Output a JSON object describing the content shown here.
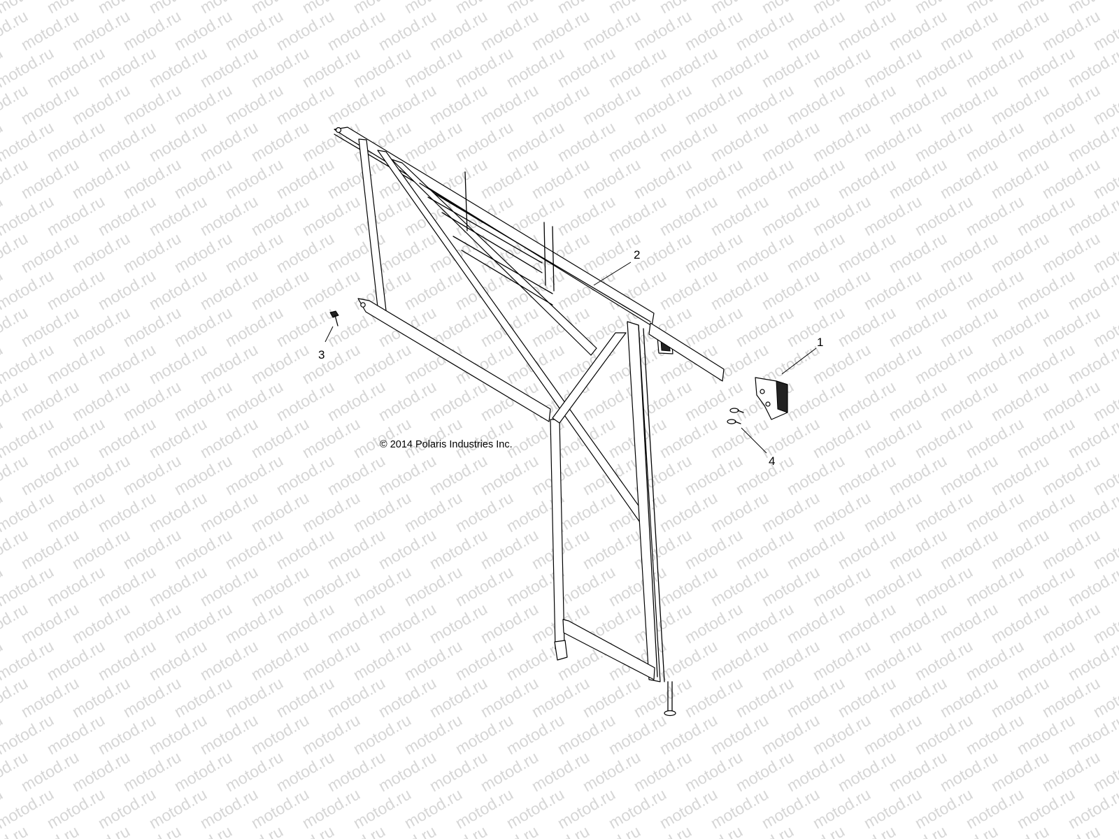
{
  "watermark": {
    "text": "motod.ru",
    "color": "#d6d6d6"
  },
  "copyright": "© 2014 Polaris Industries Inc.",
  "callouts": [
    {
      "id": "callout-1",
      "label": "1"
    },
    {
      "id": "callout-2",
      "label": "2"
    },
    {
      "id": "callout-3",
      "label": "3"
    },
    {
      "id": "callout-4",
      "label": "4"
    }
  ]
}
